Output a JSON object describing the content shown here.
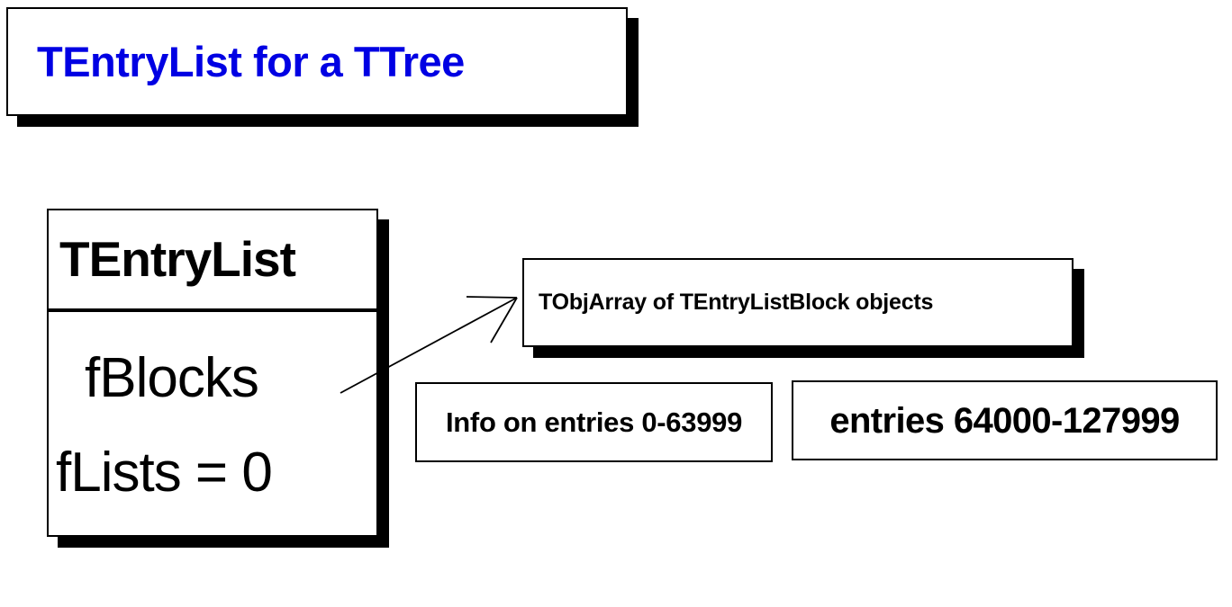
{
  "slide": {
    "title": "TEntryList for a TTree",
    "title_color": "#0000e3",
    "background_color": "#ffffff",
    "ink_color": "#000000"
  },
  "class_box": {
    "name": "TEntryList",
    "fields": [
      {
        "label": "fBlocks"
      },
      {
        "label": "fLists = 0"
      }
    ]
  },
  "objarray_box": {
    "label": "TObjArray of TEntryListBlock objects"
  },
  "blocks": [
    {
      "label": "Info on entries 0-63999"
    },
    {
      "label": "entries 64000-127999"
    }
  ],
  "connector": {
    "from": "fBlocks",
    "to": "TObjArray of TEntryListBlock objects",
    "style": "arrow"
  }
}
